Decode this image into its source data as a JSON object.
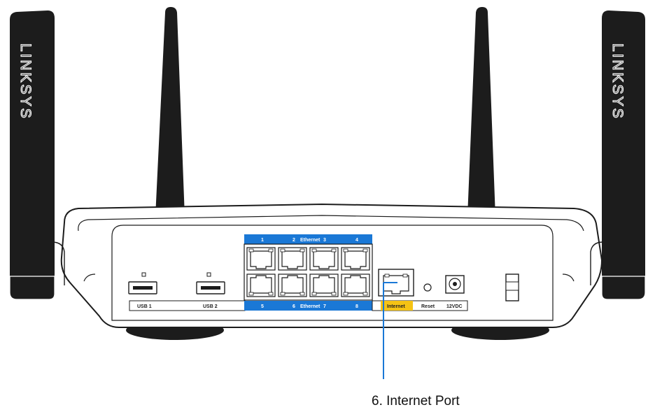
{
  "brand": "LINKSYS",
  "ports": {
    "usb1": "USB 1",
    "usb2": "USB 2",
    "ethernet_top": [
      "1",
      "2",
      "Ethernet",
      "3",
      "4"
    ],
    "ethernet_bottom": [
      "5",
      "6",
      "Ethernet",
      "7",
      "8"
    ],
    "internet": "Internet",
    "reset": "Reset",
    "power": "12VDC"
  },
  "callout": {
    "label": "6. Internet Port"
  },
  "colors": {
    "ethernet_band": "#1a78d6",
    "internet_band": "#f5c315",
    "callout_line": "#1a78d6",
    "body": "#1c1c1c"
  }
}
